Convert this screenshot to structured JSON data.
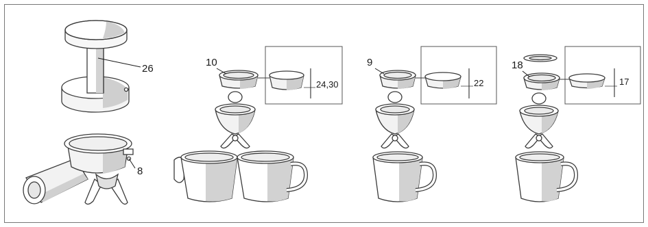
{
  "figure": {
    "callouts": {
      "tamper": "26",
      "filter_holder": "8",
      "filter_double": "10",
      "filter_single": "9",
      "filter_pod": "18"
    },
    "dimensions": {
      "double": "24,30",
      "single": "22",
      "pod": "17"
    }
  },
  "colors": {
    "line": "#3a3a3a",
    "fill_light": "#ffffff",
    "shade": "#c8c8c8",
    "frame": "#777777"
  }
}
